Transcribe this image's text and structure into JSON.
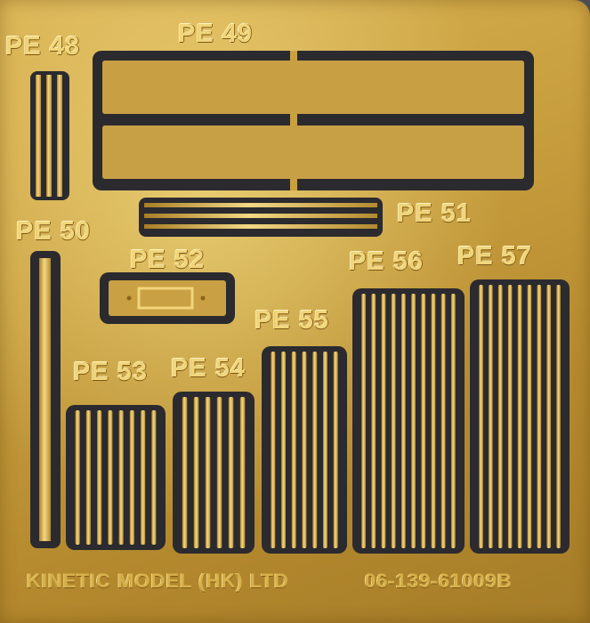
{
  "labels": {
    "pe48": "PE 48",
    "pe49": "PE 49",
    "pe50": "PE 50",
    "pe51": "PE 51",
    "pe52": "PE 52",
    "pe53": "PE 53",
    "pe54": "PE 54",
    "pe55": "PE 55",
    "pe56": "PE 56",
    "pe57": "PE 57"
  },
  "footer": {
    "maker": "KINETIC MODEL (HK) LTD",
    "code": "06-139-61009B"
  },
  "colors": {
    "brass_light": "#f1d57a",
    "brass_mid": "#c9a040",
    "brass_dark": "#a57c28",
    "background": "#4b4c54",
    "slot": "#2b2a2e"
  }
}
